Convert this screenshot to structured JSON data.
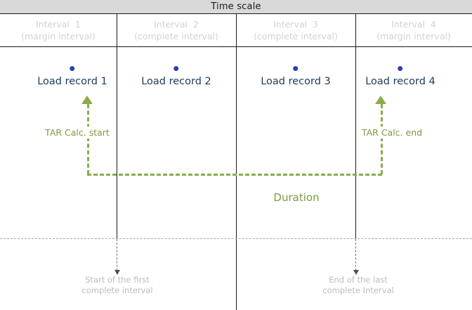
{
  "header": {
    "title": "Time scale"
  },
  "intervals": [
    {
      "name": "Interval  1",
      "kind": "(margin interval)"
    },
    {
      "name": "Interval  2",
      "kind": "(complete interval)"
    },
    {
      "name": "Interval  3",
      "kind": "(complete interval)"
    },
    {
      "name": "Interval  4",
      "kind": "(margin interval)"
    }
  ],
  "records": [
    {
      "label": "Load record 1"
    },
    {
      "label": "Load record 2"
    },
    {
      "label": "Load record 3"
    },
    {
      "label": "Load record 4"
    }
  ],
  "annotations": {
    "tar_start": "TAR Calc. start",
    "tar_end": "TAR Calc. end",
    "duration": "Duration"
  },
  "footnotes": [
    {
      "line1": "Start of the first",
      "line2": "complete interval"
    },
    {
      "line1": "End of the last",
      "line2": "complete Interval"
    }
  ],
  "colors": {
    "header_band": "#d9d9d9",
    "record_dot": "#2b3fb8",
    "record_text": "#1b3a5e",
    "annotation_green": "#8aab4c",
    "annotation_grey": "#bdbdbd",
    "rule": "#1a1a1a"
  }
}
